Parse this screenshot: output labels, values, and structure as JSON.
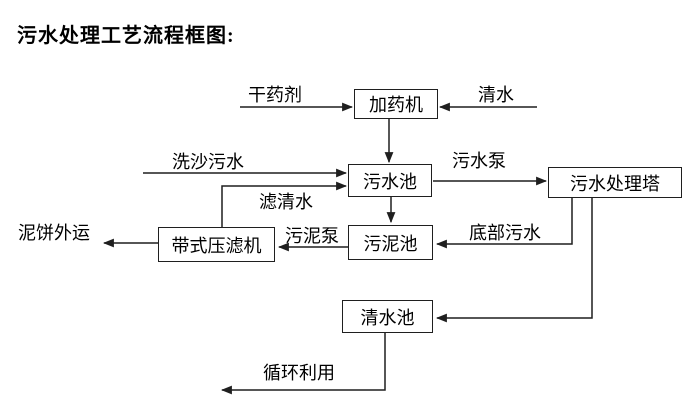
{
  "title": "污水处理工艺流程框图:",
  "colors": {
    "background": "#ffffff",
    "line": "#1f1f1f",
    "text": "#000000"
  },
  "nodes": {
    "dosing_machine": "加药机",
    "sewage_pool": "污水池",
    "treatment_tower": "污水处理塔",
    "sludge_pool": "污泥池",
    "belt_filter_press": "带式压滤机",
    "clear_water_pool": "清水池"
  },
  "edge_labels": {
    "dry_chemical": "干药剂",
    "clear_water": "清水",
    "sand_washing_sewage": "洗沙污水",
    "sewage_pump": "污水泵",
    "filtered_water": "滤清水",
    "sludge_pump": "污泥泵",
    "bottom_sewage": "底部污水",
    "mud_cake_out": "泥饼外运",
    "recycle_use": "循环利用"
  }
}
